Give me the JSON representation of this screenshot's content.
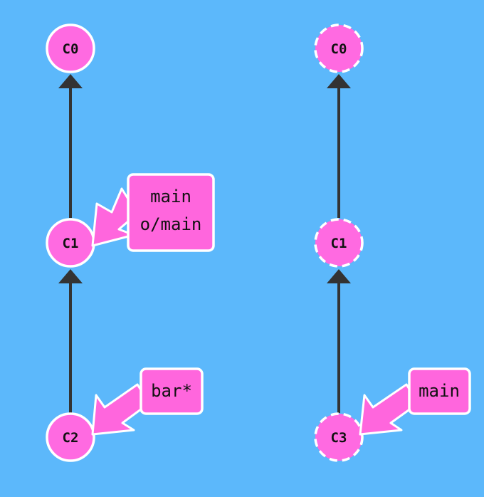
{
  "colors": {
    "background": "#5cb8fb",
    "commit_fill": "#ff6ae1",
    "commit_stroke": "#ffffff",
    "edge": "#333333",
    "label_fill": "#ff66dd",
    "label_stroke": "#ffffff",
    "pointer_fill": "#ff66dd"
  },
  "left_tree": {
    "commits": [
      {
        "id": "C0",
        "style": "solid"
      },
      {
        "id": "C1",
        "style": "solid"
      },
      {
        "id": "C2",
        "style": "solid"
      }
    ],
    "edges": [
      {
        "from": "C1",
        "to": "C0"
      },
      {
        "from": "C2",
        "to": "C1"
      }
    ],
    "branches": [
      {
        "lines": [
          "main",
          "o/main"
        ],
        "target": "C1"
      },
      {
        "lines": [
          "bar*"
        ],
        "target": "C2"
      }
    ]
  },
  "right_tree": {
    "commits": [
      {
        "id": "C0",
        "style": "dashed"
      },
      {
        "id": "C1",
        "style": "dashed"
      },
      {
        "id": "C3",
        "style": "dashed"
      }
    ],
    "edges": [
      {
        "from": "C1",
        "to": "C0"
      },
      {
        "from": "C3",
        "to": "C1"
      }
    ],
    "branches": [
      {
        "lines": [
          "main"
        ],
        "target": "C3"
      }
    ]
  }
}
